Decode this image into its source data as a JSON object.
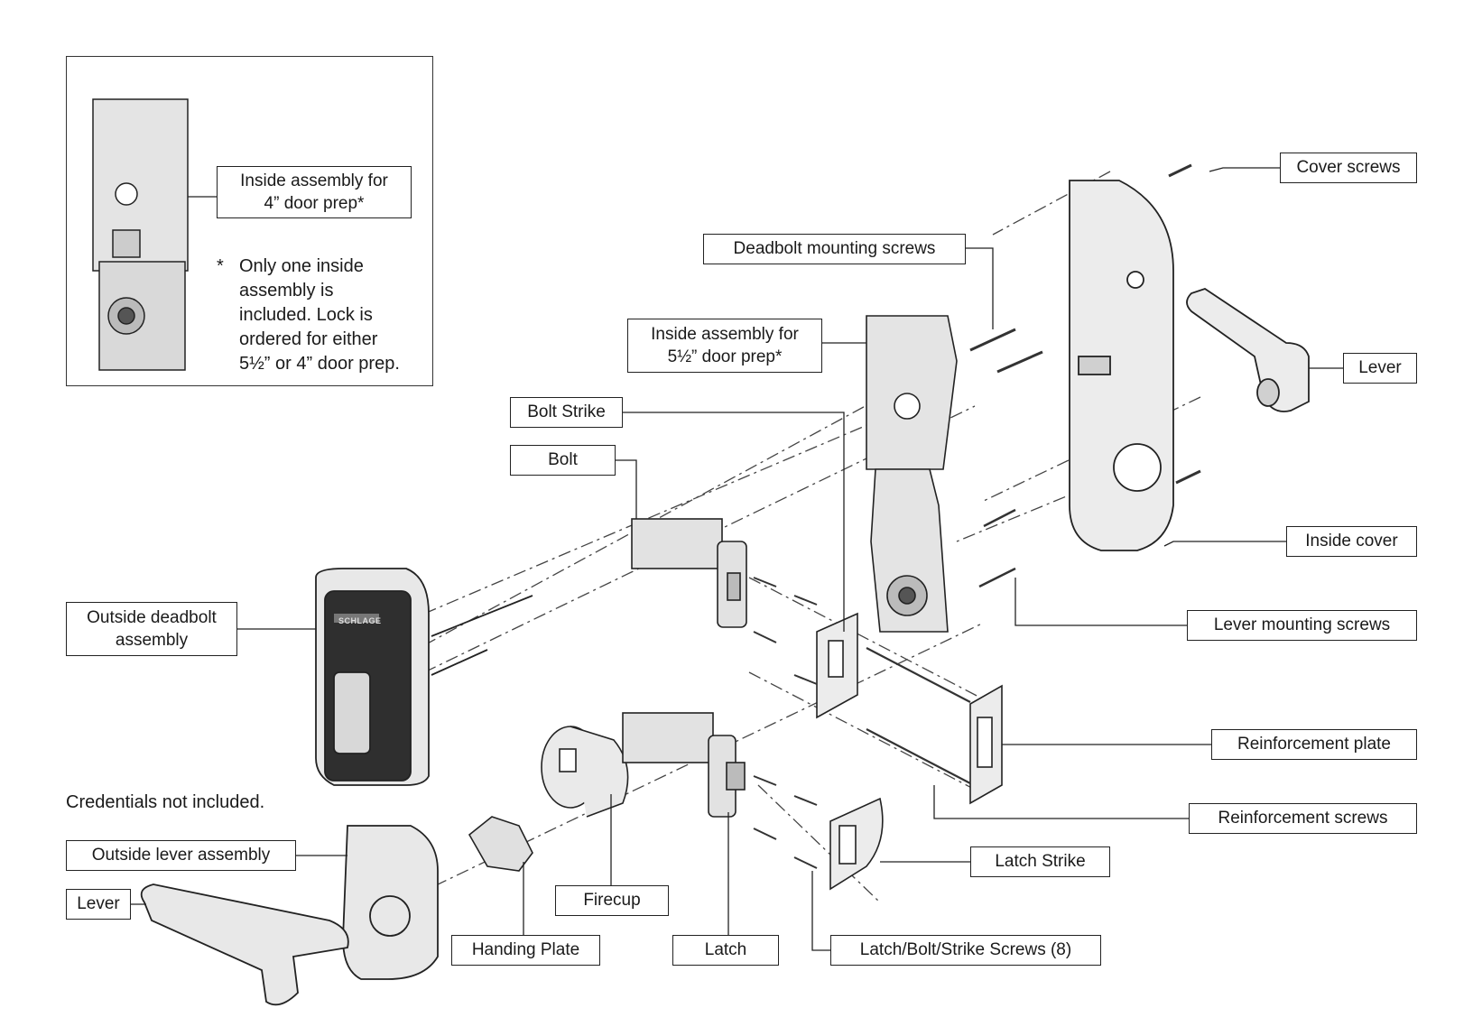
{
  "inset": {
    "label_line1": "Inside assembly for",
    "label_line2": "4” door prep*",
    "note_star": "*",
    "note_lines": [
      "Only one inside",
      "assembly is",
      "included. Lock is",
      "ordered for either",
      "5½” or 4” door prep."
    ]
  },
  "labels": {
    "cover_screws": "Cover screws",
    "deadbolt_mounting_screws": "Deadbolt mounting screws",
    "inside_assembly_55_line1": "Inside assembly for",
    "inside_assembly_55_line2": "5½” door prep*",
    "lever_right": "Lever",
    "bolt_strike": "Bolt Strike",
    "bolt": "Bolt",
    "inside_cover": "Inside cover",
    "outside_deadbolt_line1": "Outside deadbolt",
    "outside_deadbolt_line2": "assembly",
    "lever_mounting_screws": "Lever mounting screws",
    "reinforcement_plate": "Reinforcement plate",
    "reinforcement_screws": "Reinforcement screws",
    "outside_lever_assembly": "Outside lever assembly",
    "lever_left": "Lever",
    "latch_strike": "Latch Strike",
    "firecup": "Firecup",
    "handing_plate": "Handing Plate",
    "latch": "Latch",
    "screws_8": "Latch/Bolt/Strike Screws (8)"
  },
  "credentials_note": "Credentials not included.",
  "brand_logo_text": "SCHLAGE",
  "colors": {
    "line": "#222222",
    "part_fill": "#e6e6e6",
    "part_dark": "#3a3a3a",
    "keypad": "#2f2f2f"
  }
}
